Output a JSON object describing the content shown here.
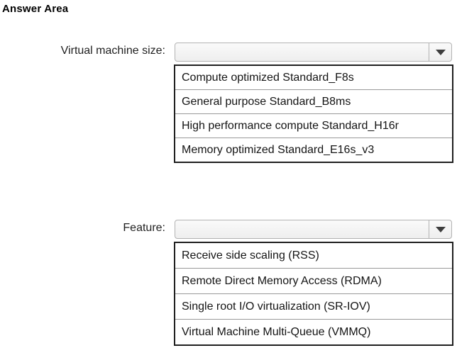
{
  "title": "Answer Area",
  "groups": [
    {
      "label": "Virtual machine size:",
      "value": "",
      "options": [
        "Compute optimized Standard_F8s",
        "General purpose Standard_B8ms",
        "High performance compute Standard_H16r",
        "Memory optimized Standard_E16s_v3"
      ]
    },
    {
      "label": "Feature:",
      "value": "",
      "options": [
        "Receive side scaling (RSS)",
        "Remote Direct Memory Access (RDMA)",
        "Single root I/O virtualization (SR-IOV)",
        "Virtual Machine Multi-Queue (VMMQ)"
      ]
    }
  ],
  "colors": {
    "dropdown_border": "#b2b2b2",
    "list_border": "#1f1f1f",
    "row_divider": "#999999",
    "arrow": "#3d3d3d",
    "text": "#1a1a1a"
  }
}
